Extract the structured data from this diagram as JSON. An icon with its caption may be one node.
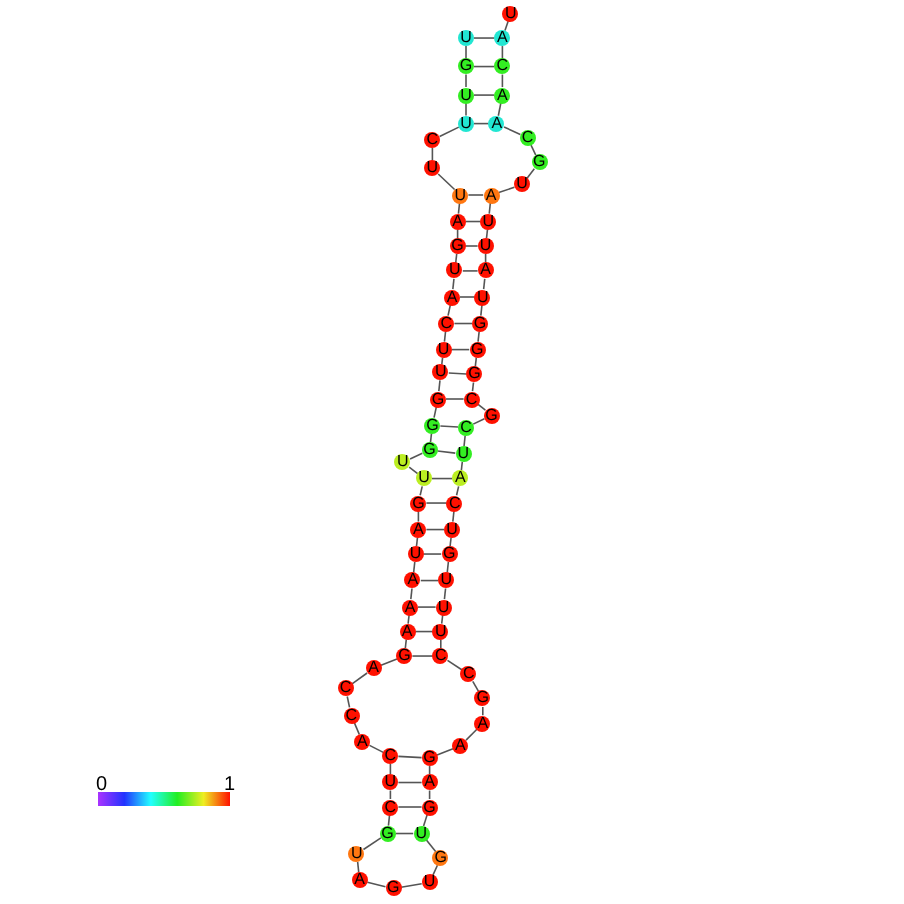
{
  "diagram": {
    "nodes": [
      {
        "text": [
          "U"
        ]
      },
      {
        "text": [
          "G"
        ]
      },
      {
        "text": [
          "U"
        ]
      },
      {
        "text": [
          "U"
        ]
      },
      {
        "text": [
          "C"
        ]
      },
      {
        "text": [
          "U"
        ]
      },
      {
        "text": [
          "U"
        ]
      },
      {
        "text": [
          "A"
        ]
      },
      {
        "text": [
          "G"
        ]
      },
      {
        "text": [
          "U"
        ]
      },
      {
        "text": [
          "A"
        ]
      },
      {
        "text": [
          "C"
        ]
      },
      {
        "text": [
          "U"
        ]
      },
      {
        "text": [
          "U"
        ]
      },
      {
        "text": [
          "G"
        ]
      },
      {
        "text": [
          "G"
        ]
      },
      {
        "text": [
          "G"
        ]
      },
      {
        "text": [
          "U"
        ]
      },
      {
        "text": [
          "U"
        ]
      },
      {
        "text": [
          "G"
        ]
      },
      {
        "text": [
          "A"
        ]
      },
      {
        "text": [
          "U"
        ]
      },
      {
        "text": [
          "A"
        ]
      },
      {
        "text": [
          "A"
        ]
      },
      {
        "text": [
          "A"
        ]
      },
      {
        "text": [
          "G"
        ]
      },
      {
        "text": [
          "A"
        ]
      },
      {
        "text": [
          "C"
        ]
      },
      {
        "text": [
          "C"
        ]
      },
      {
        "text": [
          "A"
        ]
      },
      {
        "text": [
          "C"
        ]
      },
      {
        "text": [
          "U"
        ]
      },
      {
        "text": [
          "C"
        ]
      },
      {
        "text": [
          "G"
        ]
      },
      {
        "text": [
          "U"
        ]
      },
      {
        "text": [
          "A"
        ]
      },
      {
        "text": [
          "G"
        ]
      },
      {
        "text": [
          "U"
        ]
      },
      {
        "text": [
          "G"
        ]
      },
      {
        "text": [
          "U"
        ]
      },
      {
        "text": [
          "G"
        ]
      },
      {
        "text": [
          "A"
        ]
      },
      {
        "text": [
          "G"
        ]
      },
      {
        "text": [
          "A"
        ]
      },
      {
        "text": [
          "A"
        ]
      },
      {
        "text": [
          "G"
        ]
      },
      {
        "text": [
          "C"
        ]
      },
      {
        "text": [
          "C"
        ]
      },
      {
        "text": [
          "U"
        ]
      },
      {
        "text": [
          "U"
        ]
      },
      {
        "text": [
          "U"
        ]
      },
      {
        "text": [
          "G"
        ]
      },
      {
        "text": [
          "U"
        ]
      },
      {
        "text": [
          "C"
        ]
      },
      {
        "text": [
          "A"
        ]
      },
      {
        "text": [
          "U"
        ]
      },
      {
        "text": [
          "C"
        ]
      },
      {
        "text": [
          "G"
        ]
      },
      {
        "text": [
          "C"
        ]
      },
      {
        "text": [
          "G"
        ]
      },
      {
        "text": [
          "G"
        ]
      },
      {
        "text": [
          "G"
        ]
      },
      {
        "text": [
          "U"
        ]
      },
      {
        "text": [
          "A"
        ]
      },
      {
        "text": [
          "U"
        ]
      },
      {
        "text": [
          "U"
        ]
      },
      {
        "text": [
          "A"
        ]
      },
      {
        "text": [
          "U"
        ]
      },
      {
        "text": [
          "G"
        ]
      },
      {
        "text": [
          "C"
        ]
      },
      {
        "text": [
          "A"
        ]
      },
      {
        "text": [
          "A"
        ]
      },
      {
        "text": [
          "C"
        ]
      },
      {
        "text": [
          "A"
        ]
      },
      {
        "text": [
          "U"
        ]
      }
    ],
    "edges": [
      {
        "from": 0,
        "to": 1,
        "arrow": "none"
      },
      {
        "from": 1,
        "to": 2,
        "arrow": "none"
      },
      {
        "from": 2,
        "to": 3,
        "arrow": "none"
      },
      {
        "from": 3,
        "to": 4,
        "arrow": "none"
      },
      {
        "from": 4,
        "to": 5,
        "arrow": "none"
      },
      {
        "from": 5,
        "to": 6,
        "arrow": "none"
      },
      {
        "from": 6,
        "to": 7,
        "arrow": "none"
      },
      {
        "from": 7,
        "to": 8,
        "arrow": "none"
      },
      {
        "from": 8,
        "to": 9,
        "arrow": "none"
      },
      {
        "from": 9,
        "to": 10,
        "arrow": "none"
      },
      {
        "from": 10,
        "to": 11,
        "arrow": "none"
      },
      {
        "from": 11,
        "to": 12,
        "arrow": "none"
      },
      {
        "from": 12,
        "to": 13,
        "arrow": "none"
      },
      {
        "from": 13,
        "to": 14,
        "arrow": "none"
      },
      {
        "from": 14,
        "to": 15,
        "arrow": "none"
      },
      {
        "from": 15,
        "to": 16,
        "arrow": "none"
      },
      {
        "from": 16,
        "to": 17,
        "arrow": "none"
      },
      {
        "from": 17,
        "to": 18,
        "arrow": "none"
      },
      {
        "from": 18,
        "to": 19,
        "arrow": "none"
      },
      {
        "from": 19,
        "to": 20,
        "arrow": "none"
      },
      {
        "from": 20,
        "to": 21,
        "arrow": "none"
      },
      {
        "from": 21,
        "to": 22,
        "arrow": "none"
      },
      {
        "from": 22,
        "to": 23,
        "arrow": "none"
      },
      {
        "from": 23,
        "to": 24,
        "arrow": "none"
      },
      {
        "from": 24,
        "to": 25,
        "arrow": "none"
      },
      {
        "from": 25,
        "to": 26,
        "arrow": "none"
      },
      {
        "from": 26,
        "to": 27,
        "arrow": "none"
      },
      {
        "from": 27,
        "to": 28,
        "arrow": "none"
      },
      {
        "from": 28,
        "to": 29,
        "arrow": "none"
      },
      {
        "from": 29,
        "to": 30,
        "arrow": "none"
      },
      {
        "from": 30,
        "to": 31,
        "arrow": "none"
      },
      {
        "from": 31,
        "to": 32,
        "arrow": "none"
      },
      {
        "from": 32,
        "to": 33,
        "arrow": "none"
      },
      {
        "from": 33,
        "to": 34,
        "arrow": "none"
      },
      {
        "from": 34,
        "to": 35,
        "arrow": "none"
      },
      {
        "from": 35,
        "to": 36,
        "arrow": "none"
      },
      {
        "from": 36,
        "to": 37,
        "arrow": "none"
      },
      {
        "from": 37,
        "to": 38,
        "arrow": "none"
      },
      {
        "from": 38,
        "to": 39,
        "arrow": "none"
      },
      {
        "from": 39,
        "to": 40,
        "arrow": "none"
      },
      {
        "from": 40,
        "to": 41,
        "arrow": "none"
      },
      {
        "from": 41,
        "to": 42,
        "arrow": "none"
      },
      {
        "from": 42,
        "to": 43,
        "arrow": "none"
      },
      {
        "from": 43,
        "to": 44,
        "arrow": "none"
      },
      {
        "from": 44,
        "to": 45,
        "arrow": "none"
      },
      {
        "from": 45,
        "to": 46,
        "arrow": "none"
      },
      {
        "from": 46,
        "to": 47,
        "arrow": "none"
      },
      {
        "from": 47,
        "to": 48,
        "arrow": "none"
      },
      {
        "from": 48,
        "to": 49,
        "arrow": "none"
      },
      {
        "from": 49,
        "to": 50,
        "arrow": "none"
      },
      {
        "from": 50,
        "to": 51,
        "arrow": "none"
      },
      {
        "from": 51,
        "to": 52,
        "arrow": "none"
      },
      {
        "from": 52,
        "to": 53,
        "arrow": "none"
      },
      {
        "from": 53,
        "to": 54,
        "arrow": "none"
      },
      {
        "from": 54,
        "to": 55,
        "arrow": "none"
      },
      {
        "from": 55,
        "to": 56,
        "arrow": "none"
      },
      {
        "from": 56,
        "to": 57,
        "arrow": "none"
      },
      {
        "from": 57,
        "to": 58,
        "arrow": "none"
      },
      {
        "from": 58,
        "to": 59,
        "arrow": "none"
      },
      {
        "from": 59,
        "to": 60,
        "arrow": "none"
      },
      {
        "from": 60,
        "to": 61,
        "arrow": "none"
      },
      {
        "from": 61,
        "to": 62,
        "arrow": "none"
      },
      {
        "from": 62,
        "to": 63,
        "arrow": "none"
      },
      {
        "from": 63,
        "to": 64,
        "arrow": "none"
      },
      {
        "from": 64,
        "to": 65,
        "arrow": "none"
      },
      {
        "from": 65,
        "to": 66,
        "arrow": "none"
      },
      {
        "from": 66,
        "to": 67,
        "arrow": "none"
      },
      {
        "from": 67,
        "to": 68,
        "arrow": "none"
      },
      {
        "from": 68,
        "to": 69,
        "arrow": "none"
      },
      {
        "from": 69,
        "to": 70,
        "arrow": "none"
      },
      {
        "from": 70,
        "to": 71,
        "arrow": "none"
      },
      {
        "from": 71,
        "to": 72,
        "arrow": "none"
      },
      {
        "from": 72,
        "to": 73,
        "arrow": "none"
      },
      {
        "from": 73,
        "to": 74,
        "arrow": "none"
      },
      {
        "from": 0,
        "to": 73,
        "arrow": "none"
      },
      {
        "from": 1,
        "to": 72,
        "arrow": "none"
      },
      {
        "from": 2,
        "to": 71,
        "arrow": "none"
      },
      {
        "from": 3,
        "to": 70,
        "arrow": "none"
      },
      {
        "from": 6,
        "to": 66,
        "arrow": "none"
      },
      {
        "from": 7,
        "to": 65,
        "arrow": "none"
      },
      {
        "from": 8,
        "to": 64,
        "arrow": "none"
      },
      {
        "from": 9,
        "to": 63,
        "arrow": "none"
      },
      {
        "from": 10,
        "to": 62,
        "arrow": "none"
      },
      {
        "from": 11,
        "to": 61,
        "arrow": "none"
      },
      {
        "from": 12,
        "to": 60,
        "arrow": "none"
      },
      {
        "from": 13,
        "to": 59,
        "arrow": "none"
      },
      {
        "from": 14,
        "to": 58,
        "arrow": "none"
      },
      {
        "from": 15,
        "to": 56,
        "arrow": "none"
      },
      {
        "from": 16,
        "to": 55,
        "arrow": "none"
      },
      {
        "from": 18,
        "to": 54,
        "arrow": "none"
      },
      {
        "from": 19,
        "to": 53,
        "arrow": "none"
      },
      {
        "from": 20,
        "to": 52,
        "arrow": "none"
      },
      {
        "from": 21,
        "to": 51,
        "arrow": "none"
      },
      {
        "from": 22,
        "to": 50,
        "arrow": "none"
      },
      {
        "from": 23,
        "to": 49,
        "arrow": "none"
      },
      {
        "from": 24,
        "to": 48,
        "arrow": "none"
      },
      {
        "from": 25,
        "to": 47,
        "arrow": "none"
      },
      {
        "from": 30,
        "to": 42,
        "arrow": "none"
      },
      {
        "from": 31,
        "to": 41,
        "arrow": "none"
      },
      {
        "from": 32,
        "to": 40,
        "arrow": "none"
      },
      {
        "from": 33,
        "to": 39,
        "arrow": "none"
      }
    ],
    "labels": [
      "0",
      "1"
    ]
  }
}
